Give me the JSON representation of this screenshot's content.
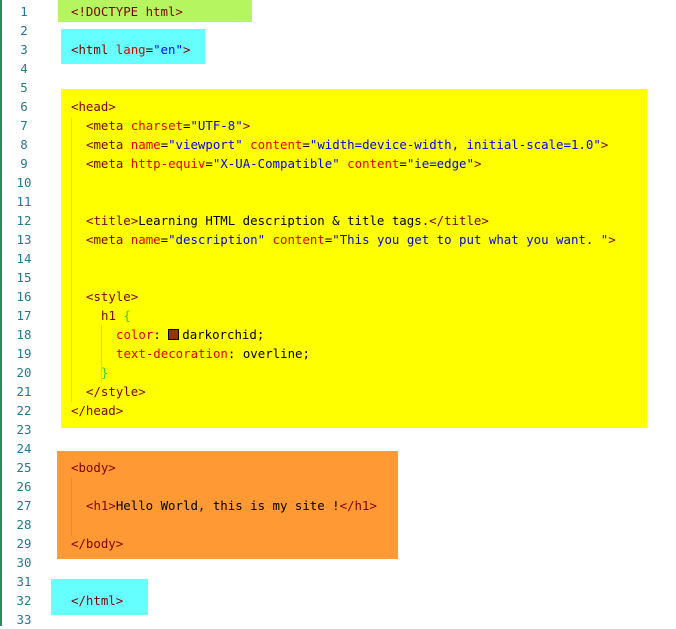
{
  "colors": {
    "doctype_block": "#b5f55f",
    "html_block": "#66ffff",
    "head_block": "#ffff00",
    "body_block": "#ff9933",
    "line_number": "#237893",
    "tag": "#800000",
    "attribute": "#e50000",
    "string": "#0000ff",
    "swatch": "#993300"
  },
  "line_numbers": [
    "1",
    "2",
    "3",
    "4",
    "5",
    "6",
    "7",
    "8",
    "9",
    "10",
    "11",
    "12",
    "13",
    "14",
    "15",
    "16",
    "17",
    "18",
    "19",
    "20",
    "21",
    "22",
    "23",
    "24",
    "25",
    "26",
    "27",
    "28",
    "29",
    "30",
    "31",
    "32",
    "33"
  ],
  "code": {
    "doctype": "<!DOCTYPE html>",
    "html_open": "<html",
    "html_lang_attr": "lang",
    "html_lang_val": "\"en\"",
    "html_close_bracket": ">",
    "head_open": "<head>",
    "meta1_tag": "<meta",
    "meta1_attr": "charset",
    "meta1_val": "\"UTF-8\"",
    "meta1_end": ">",
    "meta2_tag": "<meta",
    "meta2_attr1": "name",
    "meta2_val1": "\"viewport\"",
    "meta2_attr2": "content",
    "meta2_val2": "\"width=device-width, initial-scale=1.0\"",
    "meta2_end": ">",
    "meta3_tag": "<meta",
    "meta3_attr1": "http-equiv",
    "meta3_val1": "\"X-UA-Compatible\"",
    "meta3_attr2": "content",
    "meta3_val2": "\"ie=edge\"",
    "meta3_end": ">",
    "title_open": "<title>",
    "title_text": "Learning HTML description & title tags.",
    "title_close": "</title>",
    "meta4_tag": "<meta",
    "meta4_attr1": "name",
    "meta4_val1": "\"description\"",
    "meta4_attr2": "content",
    "meta4_val2": "\"This you get to put what you want. \"",
    "meta4_end": ">",
    "style_open": "<style>",
    "selector": "h1",
    "brace_open": "{",
    "prop_color": "color",
    "colon1": ": ",
    "val_color": "darkorchid",
    "semi1": ";",
    "prop_deco": "text-decoration",
    "colon2": ": ",
    "val_deco": "overline",
    "semi2": ";",
    "brace_close": "}",
    "style_close": "</style>",
    "head_close": "</head>",
    "body_open": "<body>",
    "h1_open": "<h1>",
    "h1_text": "Hello World, this is my site !",
    "h1_close": "</h1>",
    "body_close": "</body>",
    "html_close": "</html>"
  }
}
